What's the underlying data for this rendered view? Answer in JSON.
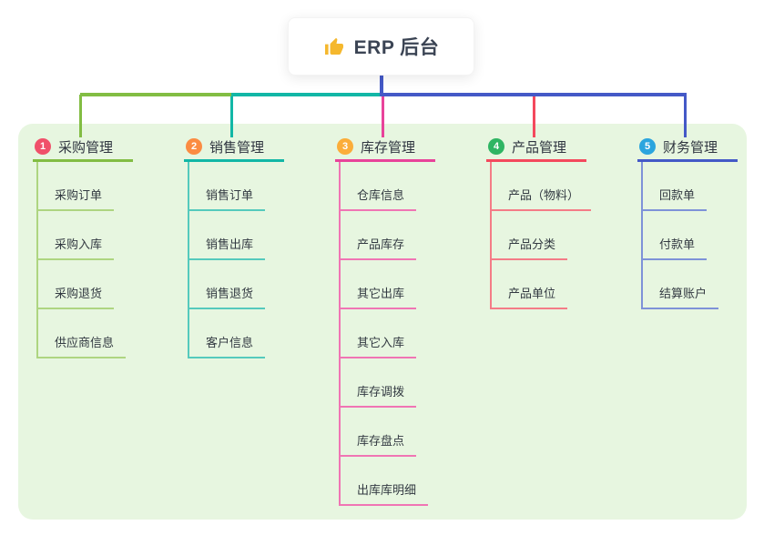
{
  "root": {
    "label": "ERP 后台",
    "icon": "thumbs-up-icon",
    "icon_color": "#f5b82e",
    "line_color": "#4459c7"
  },
  "panel": {
    "background": "#e7f6e0"
  },
  "text_color": "#333a42",
  "branches": [
    {
      "index": "1",
      "label": "采购管理",
      "badge_color": "#f0506a",
      "line_color": "#82bd43",
      "child_line_color": "#aed581",
      "children": [
        "采购订单",
        "采购入库",
        "采购退货",
        "供应商信息"
      ]
    },
    {
      "index": "2",
      "label": "销售管理",
      "badge_color": "#fb8c42",
      "line_color": "#12b7a6",
      "child_line_color": "#55cabd",
      "children": [
        "销售订单",
        "销售出库",
        "销售退货",
        "客户信息"
      ]
    },
    {
      "index": "3",
      "label": "库存管理",
      "badge_color": "#fbad39",
      "line_color": "#e8439a",
      "child_line_color": "#f075b4",
      "children": [
        "仓库信息",
        "产品库存",
        "其它出库",
        "其它入库",
        "库存调拨",
        "库存盘点",
        "出库库明细"
      ]
    },
    {
      "index": "4",
      "label": "产品管理",
      "badge_color": "#2fb563",
      "line_color": "#f4495d",
      "child_line_color": "#f47c87",
      "children": [
        "产品（物料）",
        "产品分类",
        "产品单位"
      ]
    },
    {
      "index": "5",
      "label": "财务管理",
      "badge_color": "#2ba5de",
      "line_color": "#4459c7",
      "child_line_color": "#7e92d8",
      "children": [
        "回款单",
        "付款单",
        "结算账户"
      ]
    }
  ]
}
